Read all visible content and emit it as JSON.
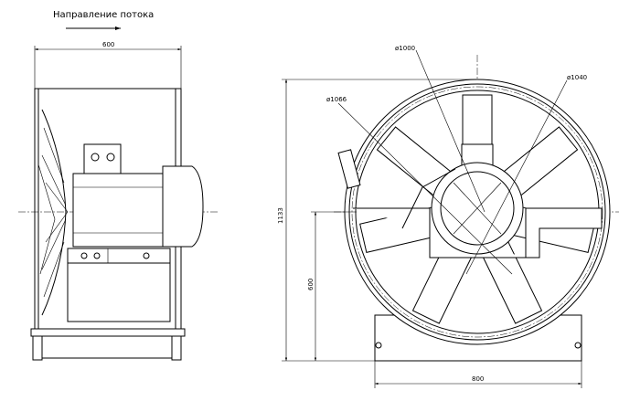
{
  "flow_label": "Направление потока",
  "side_view": {
    "width_dim": "600"
  },
  "front_view": {
    "diameters": {
      "inner": "ø1000",
      "flange": "ø1040",
      "outer": "ø1066"
    },
    "total_height_dim": "1133",
    "axis_height_dim": "600",
    "base_width_dim": "800"
  }
}
